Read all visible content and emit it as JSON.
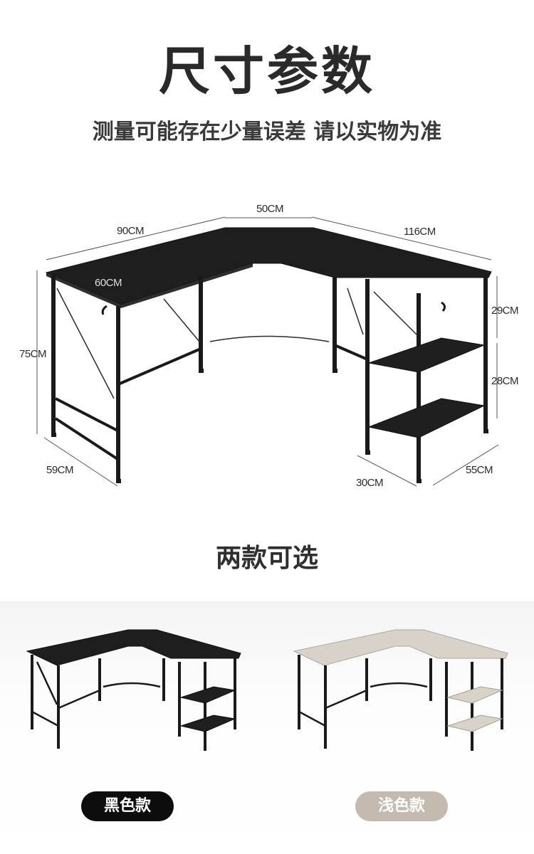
{
  "header": {
    "title": "尺寸参数",
    "subtitle": "测量可能存在少量误差 请以实物为准"
  },
  "dimensions": {
    "width_left": "90CM",
    "width_middle": "50CM",
    "width_right": "116CM",
    "depth_top": "60CM",
    "height_total": "75CM",
    "depth_bottom_left": "59CM",
    "shelf_depth": "30CM",
    "depth_bottom_right": "55CM",
    "shelf_top_gap": "29CM",
    "shelf_bottom_gap": "28CM"
  },
  "variants": {
    "section_title": "两款可选",
    "items": [
      {
        "label": "黑色款",
        "top_color": "#1e1e1e"
      },
      {
        "label": "浅色款",
        "top_color": "#d9d2c8"
      }
    ]
  },
  "colors": {
    "frame": "#1a1a1a",
    "desk_black": "#1e1e1e",
    "desk_light": "#d9d2c8",
    "pill_light": "#c4bab0"
  }
}
